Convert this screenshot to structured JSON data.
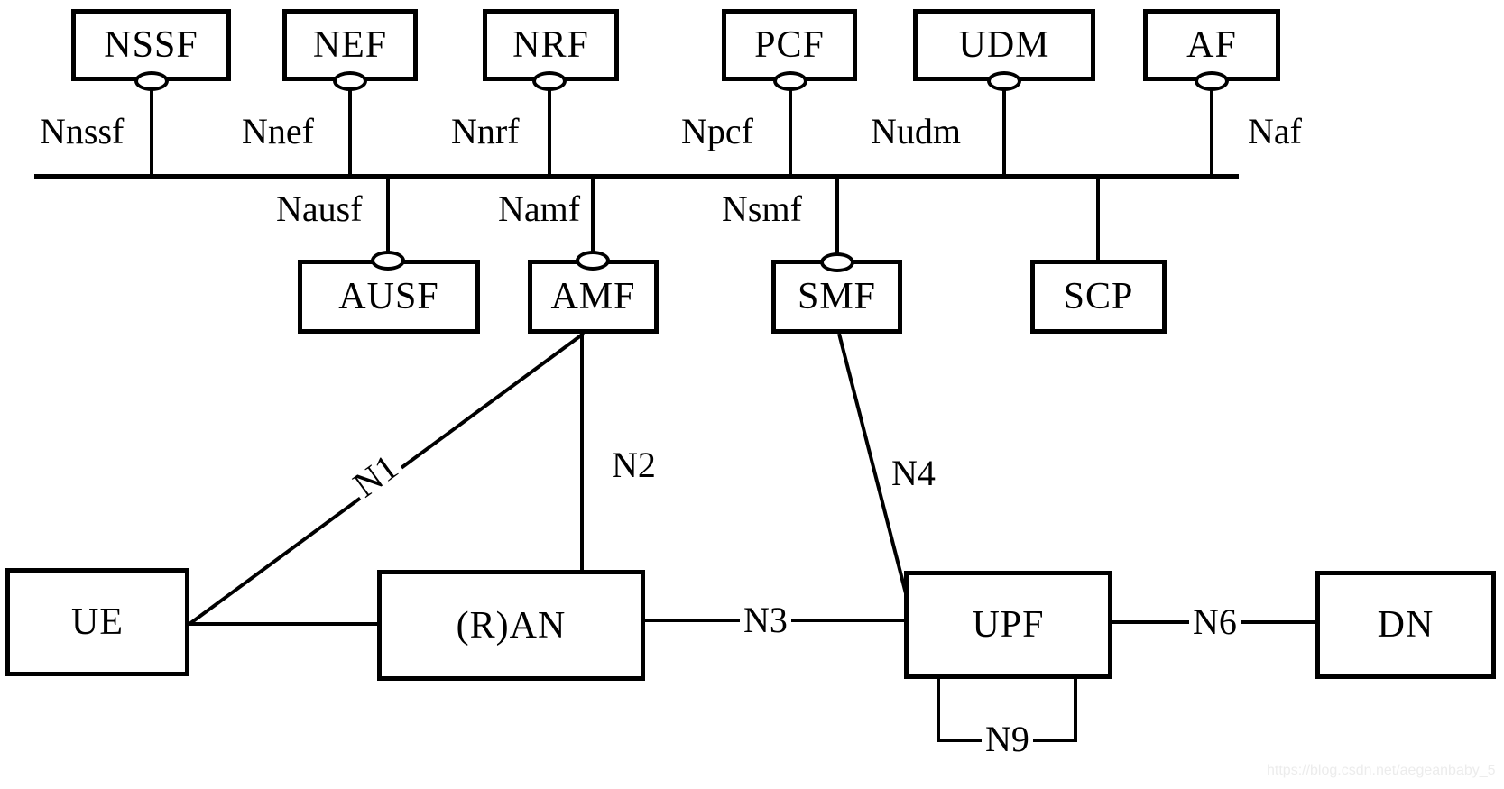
{
  "nodes": {
    "nssf": "NSSF",
    "nef": "NEF",
    "nrf": "NRF",
    "pcf": "PCF",
    "udm": "UDM",
    "af": "AF",
    "ausf": "AUSF",
    "amf": "AMF",
    "smf": "SMF",
    "scp": "SCP",
    "ue": "UE",
    "ran": "(R)AN",
    "upf": "UPF",
    "dn": "DN"
  },
  "interfaces": {
    "nnssf": "Nnssf",
    "nnef": "Nnef",
    "nnrf": "Nnrf",
    "npcf": "Npcf",
    "nudm": "Nudm",
    "naf": "Naf",
    "nausf": "Nausf",
    "namf": "Namf",
    "nsmf": "Nsmf"
  },
  "reference_points": {
    "n1": "N1",
    "n2": "N2",
    "n3": "N3",
    "n4": "N4",
    "n6": "N6",
    "n9": "N9"
  },
  "watermark": "https://blog.csdn.net/aegeanbaby_5",
  "colors": {
    "line": "#000000",
    "background": "#ffffff",
    "watermark": "#ececec"
  }
}
